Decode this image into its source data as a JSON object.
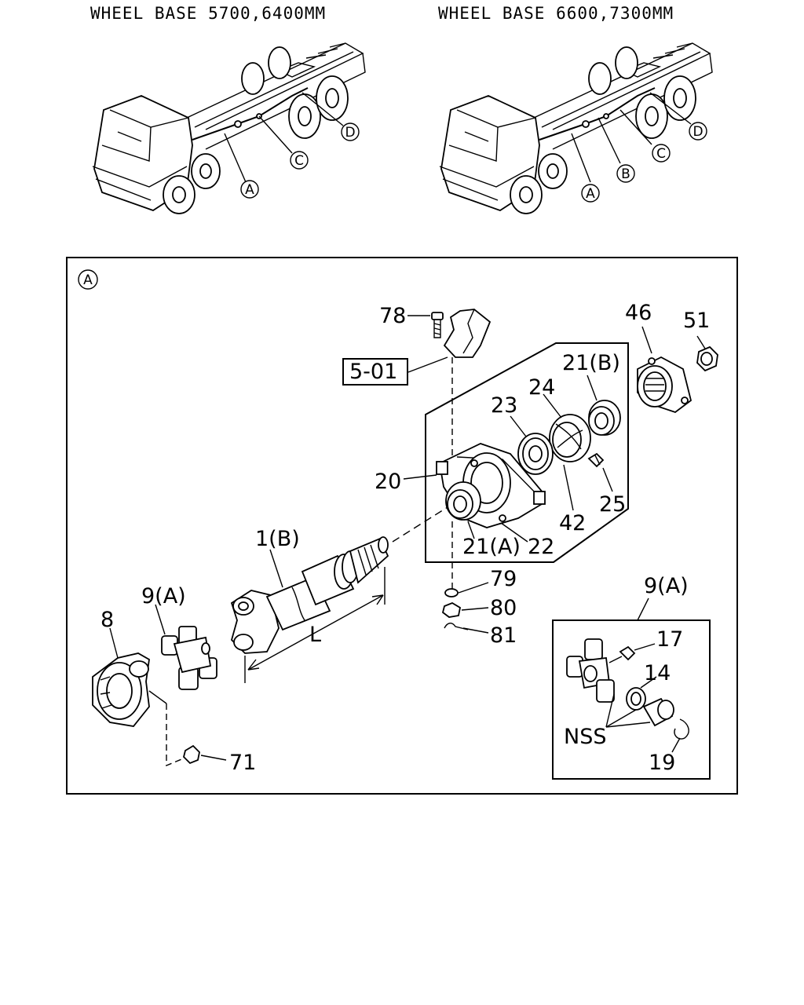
{
  "headers": {
    "left": "WHEEL BASE 5700,6400MM",
    "right": "WHEEL BASE 6600,7300MM"
  },
  "truck_left_callouts": {
    "a": "A",
    "c": "C",
    "d": "D"
  },
  "truck_right_callouts": {
    "a": "A",
    "b": "B",
    "c": "C",
    "d": "D"
  },
  "detail_box": {
    "marker": "A",
    "ref_label": "5-01",
    "parts": {
      "p78": "78",
      "p46": "46",
      "p51": "51",
      "p21b": "21(B)",
      "p24": "24",
      "p23": "23",
      "p20": "20",
      "p25": "25",
      "p42": "42",
      "p1b": "1(B)",
      "p21a": "21(A)",
      "p22": "22",
      "p79": "79",
      "p80": "80",
      "p81": "81",
      "p9a": "9(A)",
      "p8": "8",
      "pL": "L",
      "p71": "71"
    },
    "inset": {
      "title": "9(A)",
      "parts": {
        "p17": "17",
        "p14": "14",
        "nss": "NSS",
        "p19": "19"
      }
    }
  }
}
